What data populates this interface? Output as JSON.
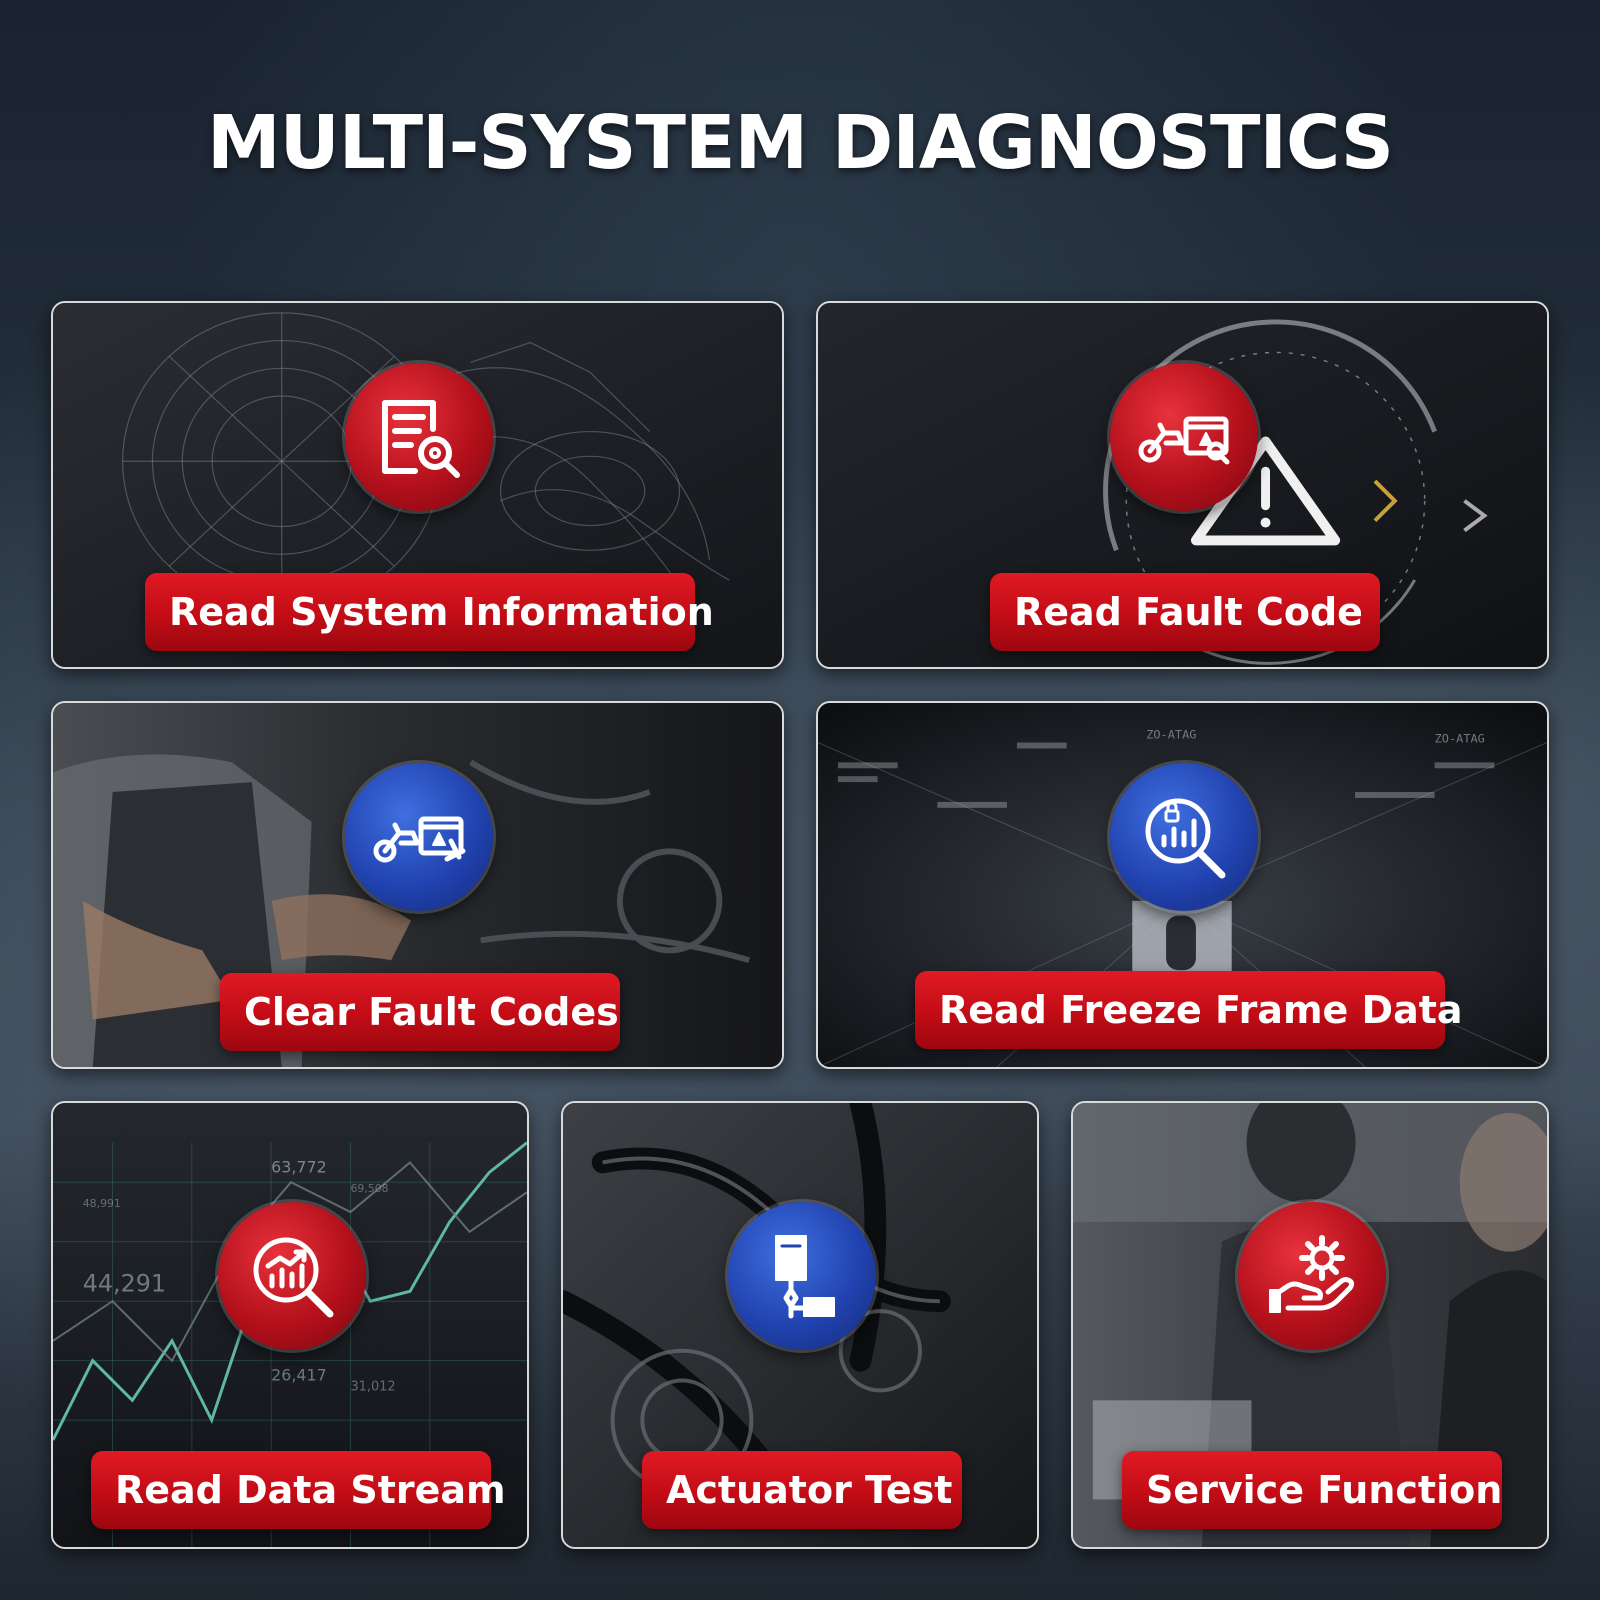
{
  "header": {
    "title": "MULTI-SYSTEM DIAGNOSTICS"
  },
  "colors": {
    "accent_red": "#c20c16",
    "accent_blue": "#2143b0",
    "card_border": "#d9d9d9"
  },
  "features": [
    {
      "label": "Read System Information",
      "icon": "report-search-icon"
    },
    {
      "label": "Read Fault Code",
      "icon": "motorcycle-fault-search-icon"
    },
    {
      "label": "Clear Fault Codes",
      "icon": "motorcycle-fault-clear-icon"
    },
    {
      "label": "Read Freeze Frame Data",
      "icon": "chart-lock-search-icon"
    },
    {
      "label": "Read Data Stream",
      "icon": "chart-search-icon"
    },
    {
      "label": "Actuator Test",
      "icon": "actuator-icon"
    },
    {
      "label": "Service Function",
      "icon": "hand-gear-icon"
    }
  ],
  "backgrounds": {
    "data_stream": {
      "values": [
        "63,772",
        "44,291",
        "26,417",
        "31,012",
        "69,508",
        "48,991"
      ]
    },
    "freeze_frame": {
      "codes": [
        "ZO-ATAG",
        "ZO-ATAG"
      ]
    }
  }
}
